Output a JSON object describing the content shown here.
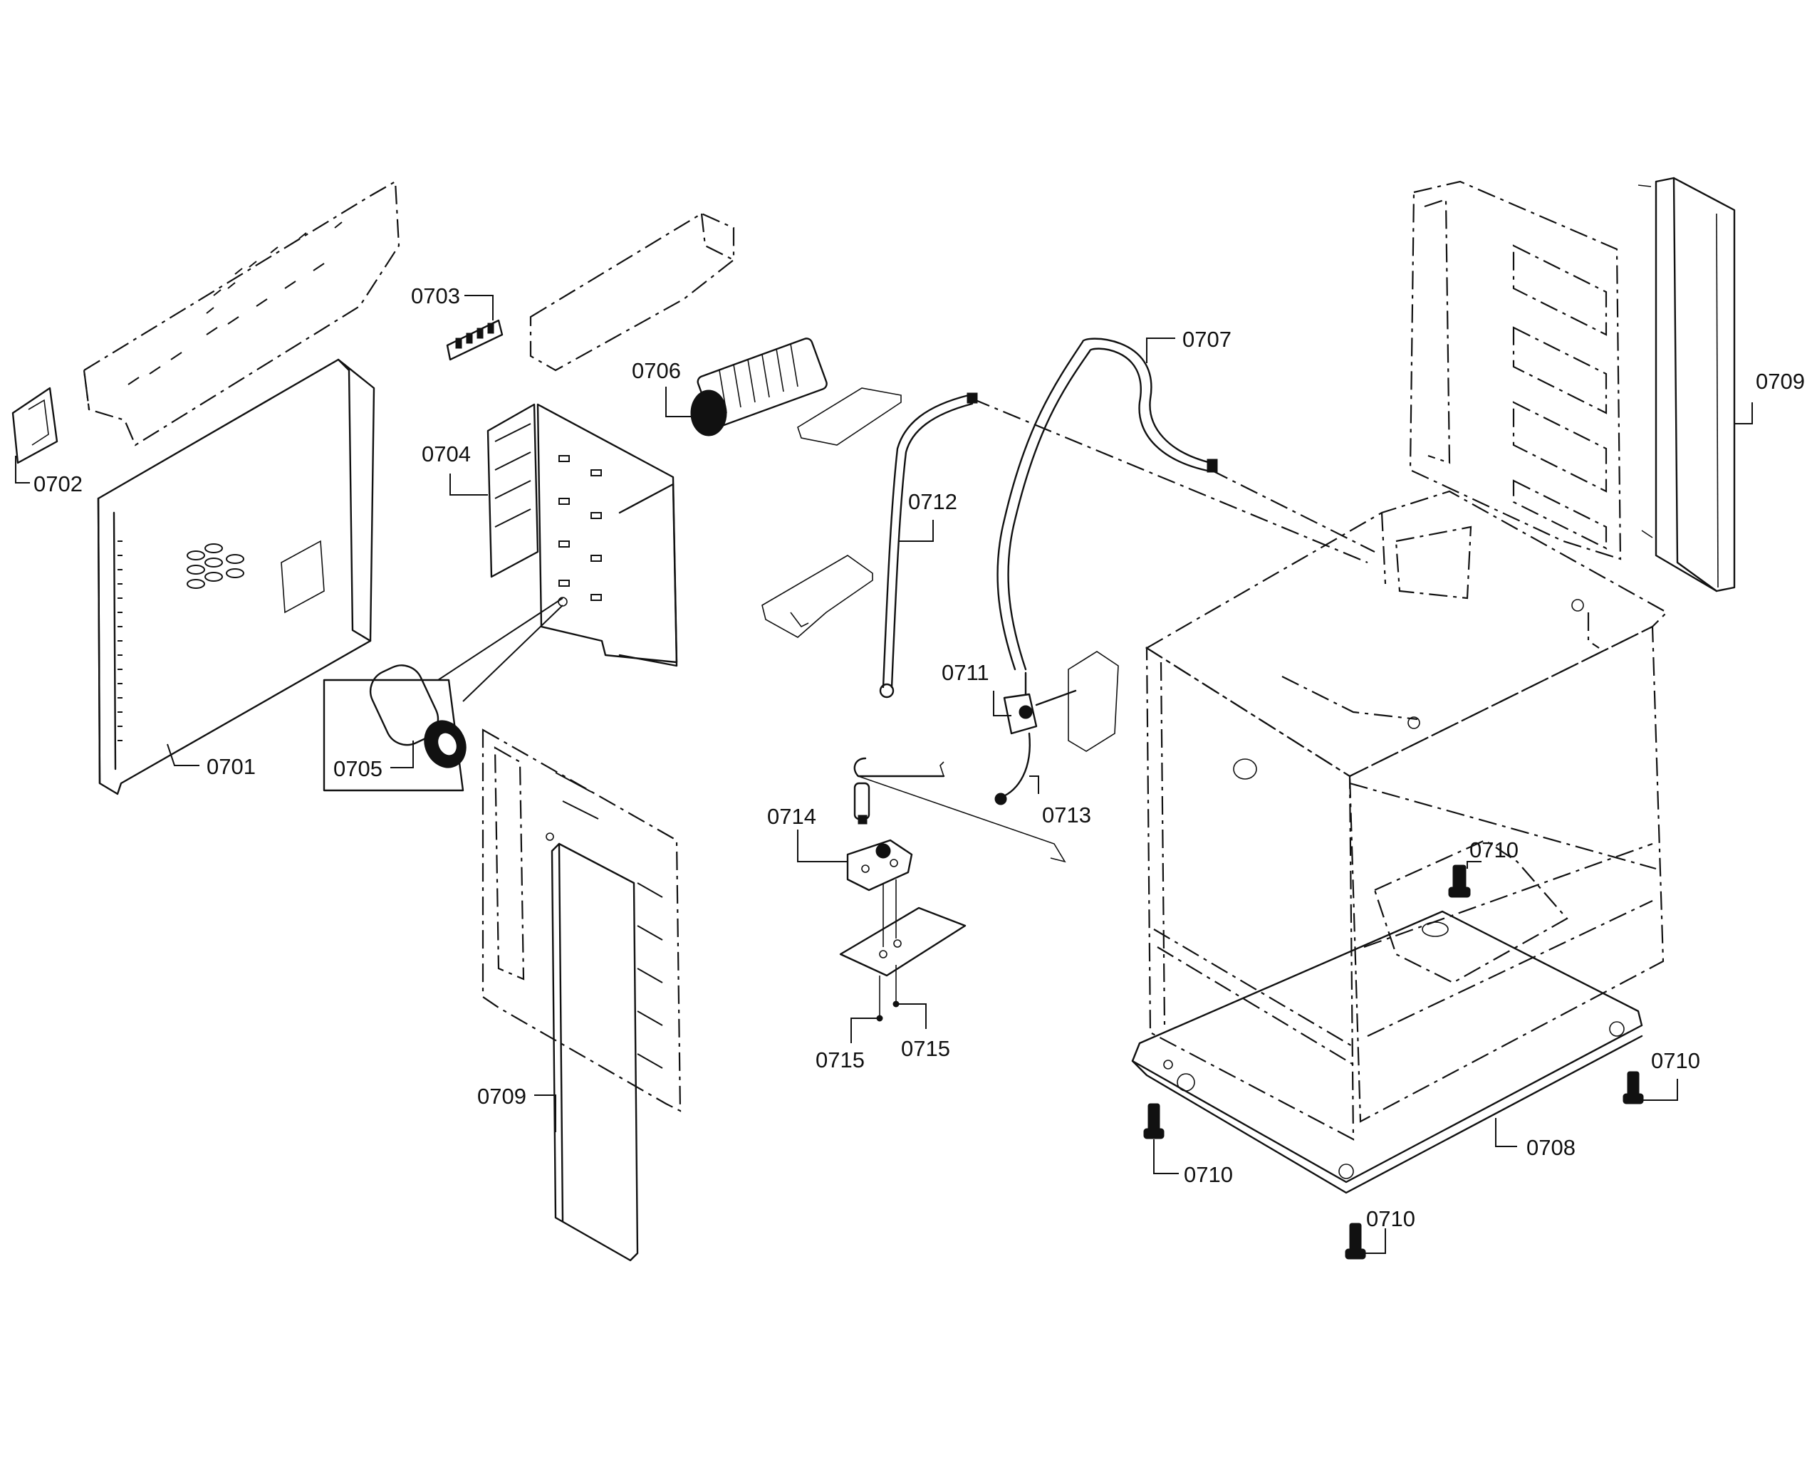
{
  "callouts": {
    "c0701": "0701",
    "c0702": "0702",
    "c0703": "0703",
    "c0704": "0704",
    "c0705": "0705",
    "c0706": "0706",
    "c0707": "0707",
    "c0708": "0708",
    "c0709_right": "0709",
    "c0709_left": "0709",
    "c0710_inner": "0710",
    "c0710_right": "0710",
    "c0710_front": "0710",
    "c0710_bottom": "0710",
    "c0711": "0711",
    "c0712": "0712",
    "c0713": "0713",
    "c0714": "0714",
    "c0715_left": "0715",
    "c0715_right": "0715"
  }
}
